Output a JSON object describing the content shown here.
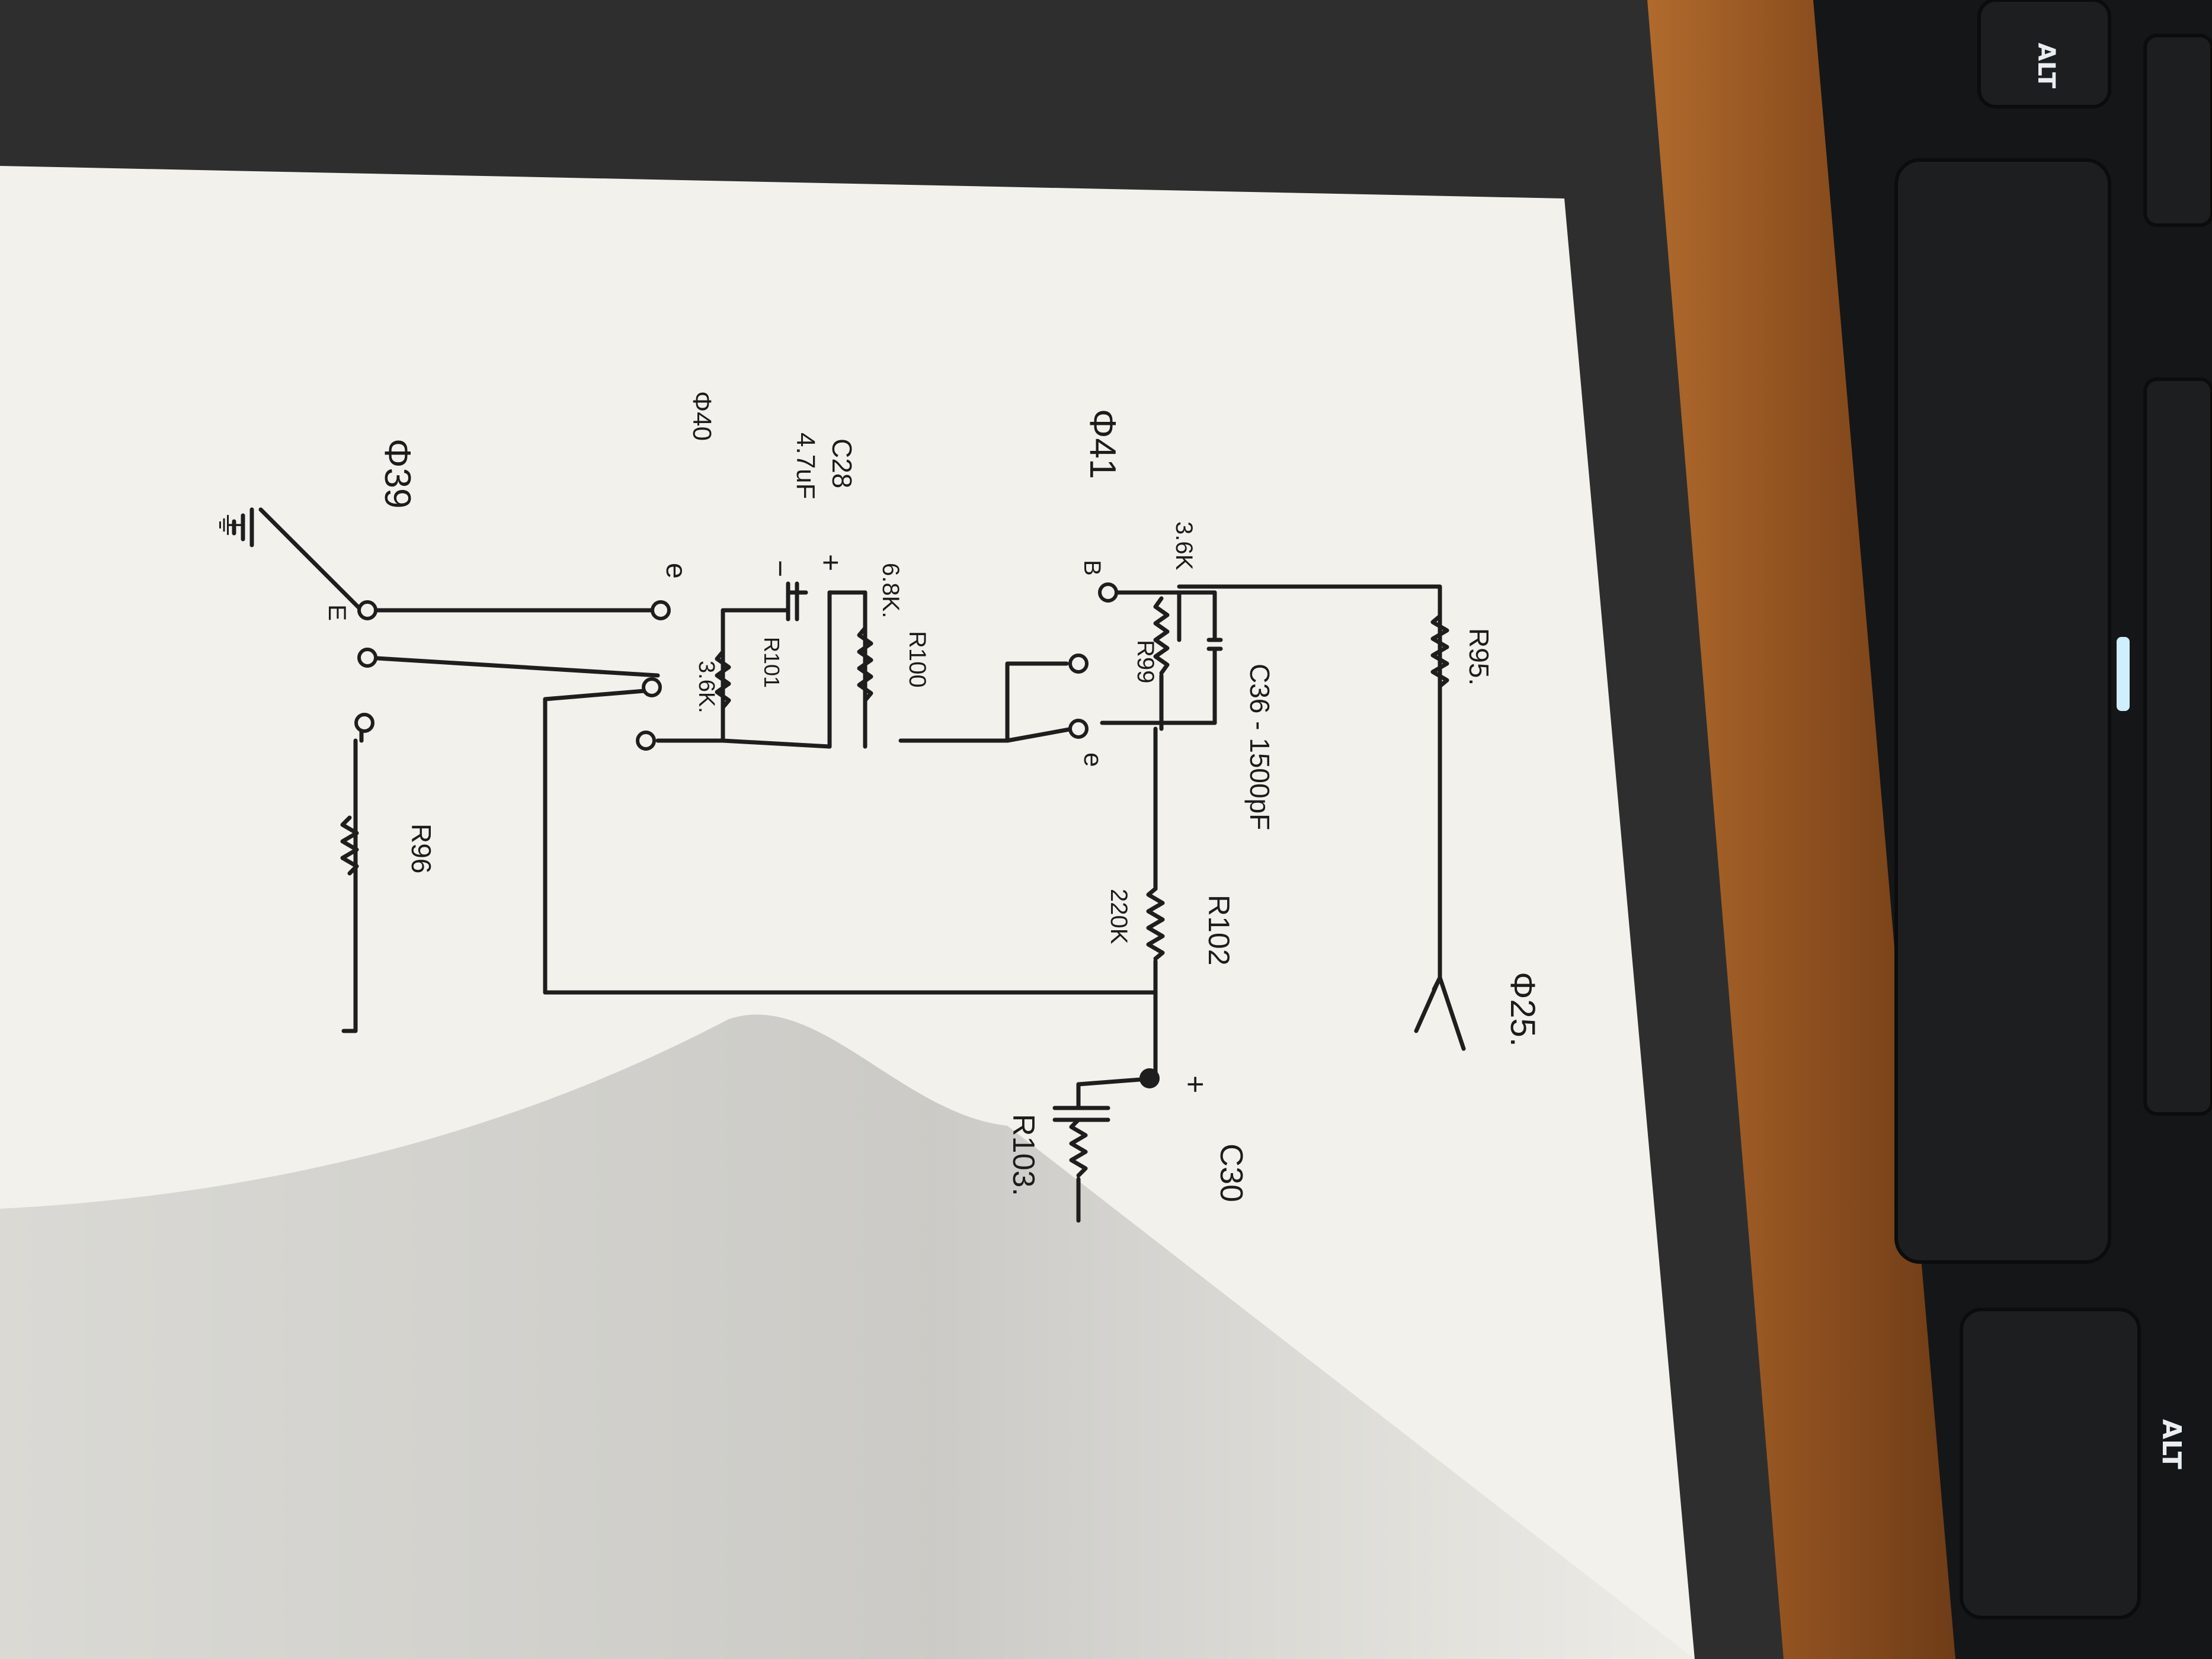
{
  "keyboard": {
    "key_top_label": "ALT",
    "key_bottom_label": "ALT",
    "indicator_color": "#cfefff"
  },
  "colors": {
    "desk": "#2e2e2e",
    "wood": "#9a5a24",
    "paper": "#f2f1ec",
    "ink": "#1e1e1e",
    "keycap": "#1d1e20"
  },
  "schematic": {
    "labels": {
      "q25": "Φ25.",
      "r95": "R95.",
      "c36": "C36 - 1500pF",
      "r102": "R102",
      "r102_value": "220K",
      "r99": "R99",
      "r99_value": "3.6K",
      "c30": "C30",
      "c30_plus": "+",
      "r103": "R103.",
      "q41": "Φ41",
      "q41_b": "B",
      "q41_e": "e",
      "r100": "R100",
      "r100_value": "6.8K.",
      "c28": "C28",
      "c28_value": "4.7uF",
      "c28_plus": "+",
      "c28_minus": "−",
      "r101": "R101",
      "r101_value": "3.6K.",
      "q40": "Φ40",
      "q40_e": "e",
      "q39": "Φ39",
      "q39_e": "E",
      "r96": "R96",
      "ground": "⏚"
    }
  }
}
